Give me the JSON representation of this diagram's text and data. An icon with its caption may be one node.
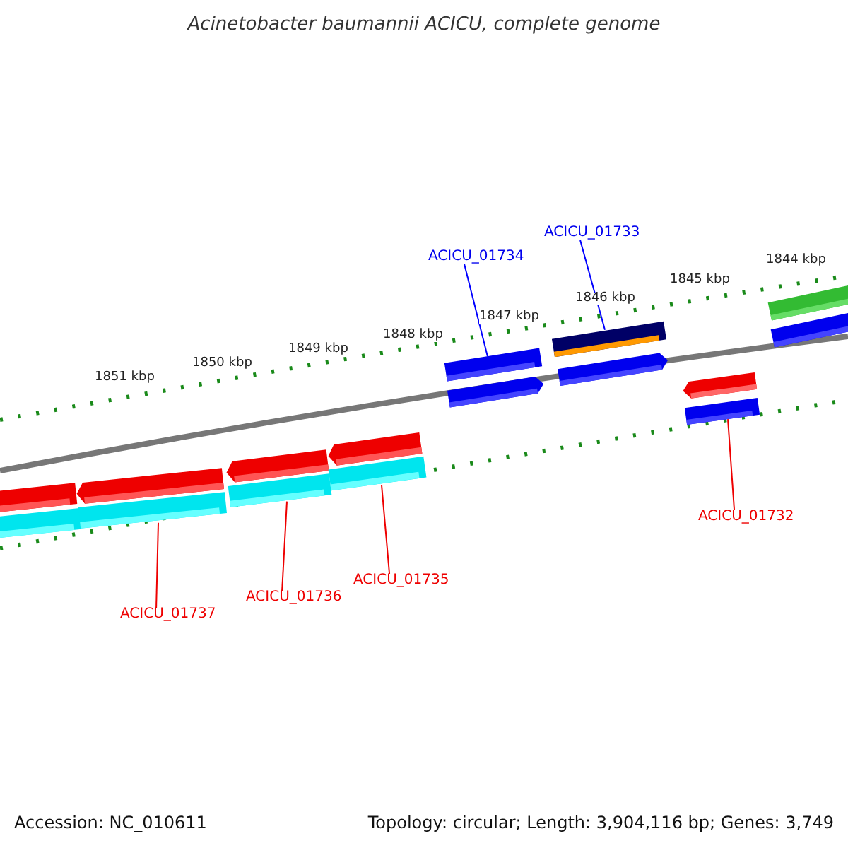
{
  "diagram": {
    "title": "Acinetobacter baumannii ACICU, complete genome",
    "nodes": [
      {
        "text": [
          "ACICU_01734"
        ]
      },
      {
        "text": [
          "ACICU_01733"
        ]
      },
      {
        "text": [
          "ACICU_01732"
        ]
      },
      {
        "text": [
          "ACICU_01735"
        ]
      },
      {
        "text": [
          "ACICU_01736"
        ]
      },
      {
        "text": [
          "ACICU_01737"
        ]
      },
      {
        "text": [],
        "shape": "bar"
      },
      {
        "text": [],
        "shape": "bar"
      },
      {
        "text": [],
        "shape": "bar"
      },
      {
        "text": [],
        "shape": "bar"
      },
      {
        "text": [],
        "shape": "bar"
      },
      {
        "text": [],
        "shape": "bar"
      },
      {
        "text": [],
        "shape": "bar"
      },
      {
        "text": [],
        "shape": "bar"
      }
    ],
    "edges": [
      {
        "from": 0,
        "to": 10,
        "arrow": "none",
        "color": "#0000ff"
      },
      {
        "from": 1,
        "to": 11,
        "arrow": "none",
        "color": "#0000ff"
      },
      {
        "from": 2,
        "to": 12,
        "arrow": "none"
      },
      {
        "from": 3,
        "to": 9,
        "arrow": "none"
      },
      {
        "from": 4,
        "to": 8,
        "arrow": "none"
      },
      {
        "from": 5,
        "to": 7,
        "arrow": "none"
      }
    ],
    "labels": [
      "1851 kbp",
      "1850 kbp",
      "1849 kbp",
      "1848 kbp",
      "1847 kbp",
      "1846 kbp",
      "1845 kbp",
      "1844 kbp",
      "Accession: NC_010611",
      "Topology: circular; Length: 3,904,116 bp; Genes: 3,749"
    ]
  }
}
